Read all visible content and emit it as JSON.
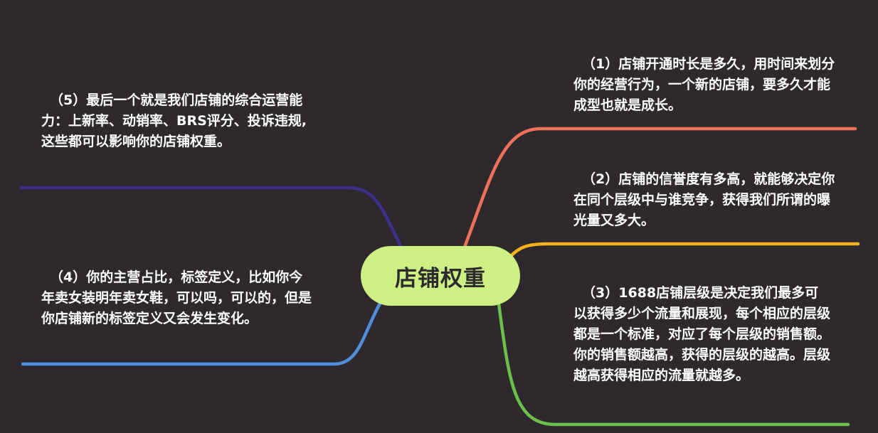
{
  "center": {
    "label": "店铺权重",
    "color": "#ccf084"
  },
  "branches": [
    {
      "id": "b1",
      "text": "（1）店铺开通时长是多久，用时间来划分你的经营行为，一个新的店铺，要多久才能成型也就是成长。",
      "color": "#f0705a"
    },
    {
      "id": "b2",
      "text": "（2）店铺的信誉度有多高，就能够决定你在同个层级中与谁竞争，获得我们所谓的曝光量又多大。",
      "color": "#f5b21c"
    },
    {
      "id": "b3",
      "text": "（3）1688店铺层级是决定我们最多可以获得多少个流量和展现，每个相应的层级都是一个标准，对应了每个层级的销售额。你的销售额越高，获得的层级的越高。层级越高获得相应的流量就越多。",
      "color": "#6cbf4a"
    },
    {
      "id": "b4",
      "text": "（4）你的主营占比，标签定义，比如你今年卖女装明年卖女鞋，可以吗，可以的，但是你店铺新的标签定义又会发生变化。",
      "color": "#4f8fdc"
    },
    {
      "id": "b5",
      "text": "（5）最后一个就是我们店铺的综合运营能力：上新率、动销率、BRS评分、投诉违规,这些都可以影响你的店铺权重。",
      "color": "#3d2f8a"
    }
  ],
  "colors": {
    "background": "#2d292d",
    "text": "#ffffff"
  }
}
